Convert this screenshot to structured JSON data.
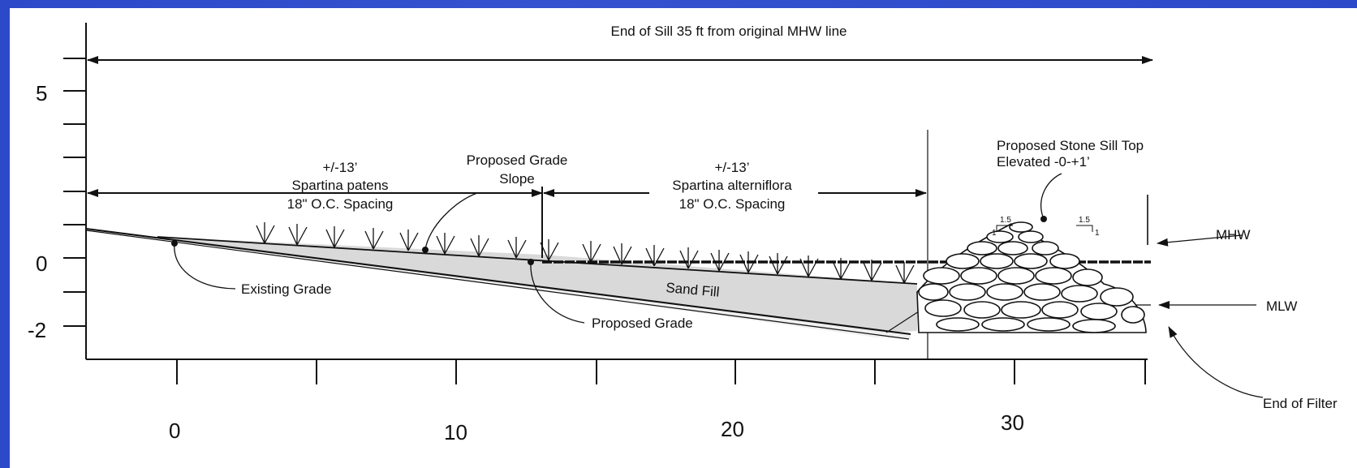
{
  "diagram": {
    "y_axis_ticks": [
      "5",
      "0",
      "-2"
    ],
    "x_axis_ticks": [
      "0",
      "10",
      "20",
      "30"
    ],
    "top_dimension_label": "End of Sill 35 ft from original MHW line",
    "left_zone": {
      "width_label": "+/-13’",
      "species_label": "Spartina patens",
      "spacing_label": "18\" O.C. Spacing"
    },
    "right_zone": {
      "width_label": "+/-13’",
      "species_label": "Spartina alterniflora",
      "spacing_label": "18\" O.C. Spacing"
    },
    "proposed_grade_slope_line1": "Proposed Grade",
    "proposed_grade_slope_line2": "Slope",
    "existing_grade": "Existing Grade",
    "proposed_grade": "Proposed Grade",
    "sand_fill": "Sand Fill",
    "sill_top_line1": "Proposed Stone Sill Top",
    "sill_top_line2": "Elevated -0-+1’",
    "slope_run": "1.5",
    "slope_rise": "1",
    "mhw": "MHW",
    "mlw": "MLW",
    "end_of_filter": "End of Filter"
  }
}
